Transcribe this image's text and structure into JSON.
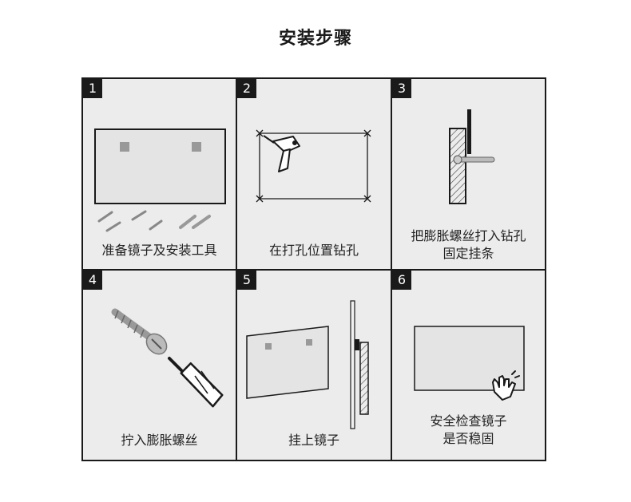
{
  "title": "安装步骤",
  "steps": [
    {
      "number": "1",
      "caption": [
        "准备镜子及安装工具"
      ]
    },
    {
      "number": "2",
      "caption": [
        "在打孔位置钻孔"
      ]
    },
    {
      "number": "3",
      "caption": [
        "把膨胀螺丝打入钻孔",
        "固定挂条"
      ]
    },
    {
      "number": "4",
      "caption": [
        "拧入膨胀螺丝"
      ]
    },
    {
      "number": "5",
      "caption": [
        "挂上镜子"
      ]
    },
    {
      "number": "6",
      "caption": [
        "安全检查镜子",
        "是否稳固"
      ]
    }
  ]
}
